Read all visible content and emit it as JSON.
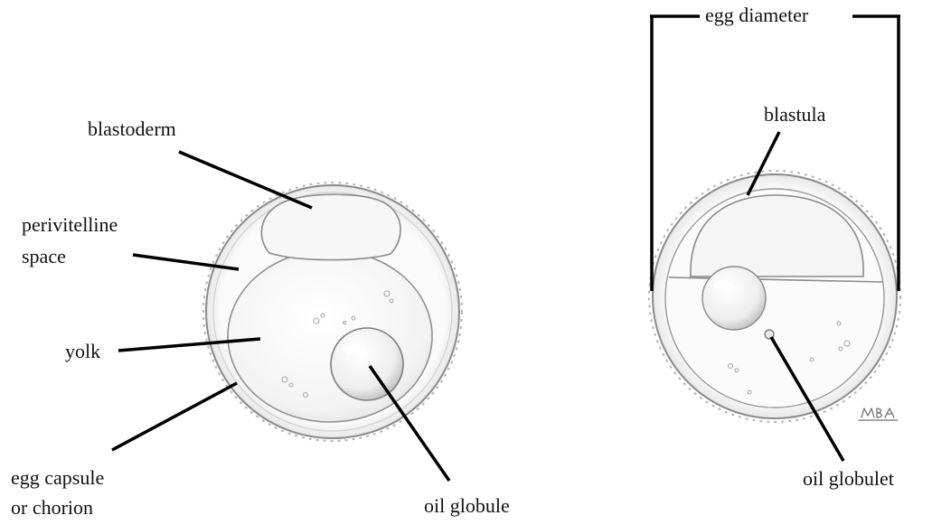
{
  "colors": {
    "leader_line": "#000000",
    "outline": "#8a8a8a",
    "text": "#111111"
  },
  "left_egg": {
    "labels": {
      "blastoderm": "blastoderm",
      "perivitelline_line1": "perivitelline",
      "perivitelline_line2": "space",
      "yolk": "yolk",
      "capsule_line1": "egg capsule",
      "capsule_line2": "or chorion",
      "oil_globule": "oil globule"
    }
  },
  "right_egg": {
    "labels": {
      "egg_diameter": "egg diameter",
      "blastula": "blastula",
      "oil_globulet": "oil globulet"
    },
    "signature": "MBA"
  }
}
